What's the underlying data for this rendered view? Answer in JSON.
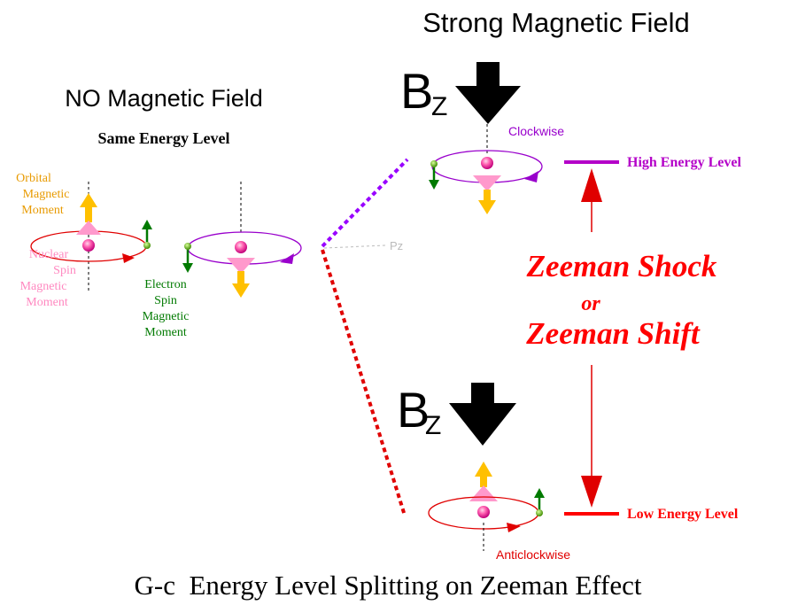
{
  "left_panel": {
    "title": "NO Magnetic Field",
    "subtitle": "Same Energy Level",
    "label_orbital_line1": "Orbital",
    "label_orbital_line2": "Magnetic",
    "label_orbital_line3": "Moment",
    "label_nuclear_line1": "Nuclear",
    "label_nuclear_line2": "Spin",
    "label_nuclear_line3": "Magnetic",
    "label_nuclear_line4": "Moment",
    "label_electron_line1": "Electron",
    "label_electron_line2": "Spin",
    "label_electron_line3": "Magnetic",
    "label_electron_line4": "Moment",
    "label_pz": "Pz"
  },
  "right_panel": {
    "title": "Strong Magnetic Field",
    "bz_main_top": "B",
    "bz_sub_top": "Z",
    "bz_main_bottom": "B",
    "bz_sub_bottom": "Z",
    "label_clockwise": "Clockwise",
    "label_anticlockwise": "Anticlockwise",
    "label_high_energy": "High Energy Level",
    "label_low_energy": "Low Energy Level",
    "zeeman_line1": "Zeeman Shock",
    "zeeman_or": "or",
    "zeeman_line2": "Zeeman Shift"
  },
  "caption": "G-c  Energy Level Splitting on Zeeman Effect",
  "colors": {
    "orbital_moment": "#ffc000",
    "nuclear_spin": "#ff99cc",
    "electron_spin": "#007a00",
    "orbit_purple": "#9900cc",
    "orbit_red": "#e00000",
    "accent_red": "#ff0000",
    "high_level": "#b400c8",
    "low_level": "#ff0000",
    "field_arrow": "#000000"
  }
}
